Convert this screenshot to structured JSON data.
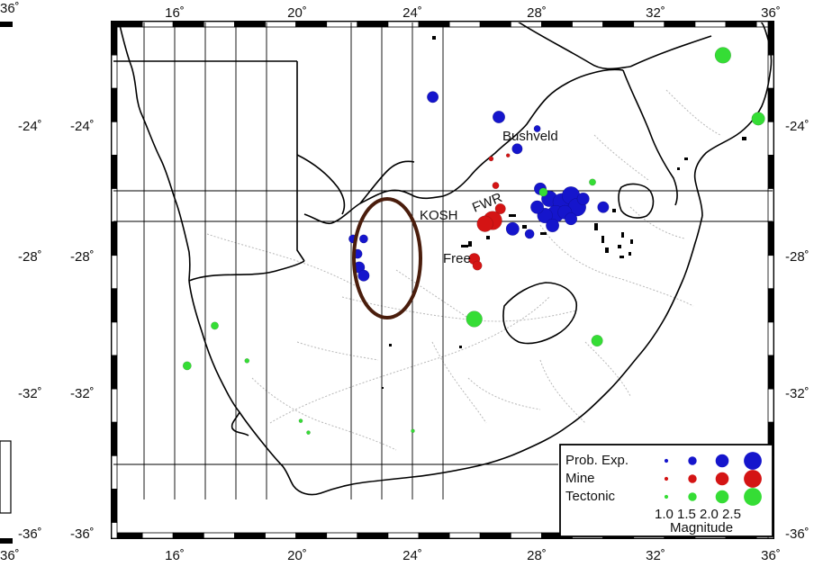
{
  "map": {
    "lon_ticks": [
      "16˚",
      "20˚",
      "24˚",
      "28˚",
      "32˚",
      "36˚"
    ],
    "lat_ticks": [
      "-24˚",
      "-28˚",
      "-32˚",
      "-36˚"
    ],
    "left_edge_labels": {
      "top": "36˚",
      "bottom": "36˚"
    },
    "place_labels": {
      "bushveld": "Bushveld",
      "fwr": "FWR",
      "kosh": "KOSH",
      "free": "Free"
    },
    "colors": {
      "prob_exp": "#1515cc",
      "mine": "#d41414",
      "tectonic": "#35dd35",
      "highlight": "#4a1d0c",
      "frame": "#000000",
      "grid": "#000000",
      "rivers": "#b8b8b8"
    }
  },
  "legend": {
    "rows": [
      {
        "label": "Prob. Exp.",
        "color_key": "prob_exp"
      },
      {
        "label": "Mine",
        "color_key": "mine"
      },
      {
        "label": "Tectonic",
        "color_key": "tectonic"
      }
    ],
    "magnitudes": [
      1.0,
      1.5,
      2.0,
      2.5
    ],
    "magnitude_labels": "1.0 1.5 2.0 2.5",
    "title": "Magnitude"
  },
  "events": [
    {
      "type": "prob_exp",
      "lon": 25.4,
      "lat": -23.05,
      "mag": 1.8
    },
    {
      "type": "prob_exp",
      "lon": 27.55,
      "lat": -23.65,
      "mag": 1.9
    },
    {
      "type": "prob_exp",
      "lon": 28.8,
      "lat": -24.0,
      "mag": 1.3
    },
    {
      "type": "prob_exp",
      "lon": 28.15,
      "lat": -24.6,
      "mag": 1.7
    },
    {
      "type": "prob_exp",
      "lon": 28.9,
      "lat": -25.8,
      "mag": 1.9
    },
    {
      "type": "prob_exp",
      "lon": 29.2,
      "lat": -26.1,
      "mag": 2.3
    },
    {
      "type": "prob_exp",
      "lon": 29.6,
      "lat": -26.2,
      "mag": 2.5
    },
    {
      "type": "prob_exp",
      "lon": 29.9,
      "lat": -26.0,
      "mag": 2.5
    },
    {
      "type": "prob_exp",
      "lon": 30.1,
      "lat": -26.35,
      "mag": 2.5
    },
    {
      "type": "prob_exp",
      "lon": 29.4,
      "lat": -26.55,
      "mag": 2.4
    },
    {
      "type": "prob_exp",
      "lon": 29.05,
      "lat": -26.6,
      "mag": 2.2
    },
    {
      "type": "prob_exp",
      "lon": 28.8,
      "lat": -26.35,
      "mag": 2.0
    },
    {
      "type": "prob_exp",
      "lon": 29.7,
      "lat": -26.5,
      "mag": 2.1
    },
    {
      "type": "prob_exp",
      "lon": 30.3,
      "lat": -26.1,
      "mag": 1.9
    },
    {
      "type": "prob_exp",
      "lon": 29.3,
      "lat": -26.9,
      "mag": 2.0
    },
    {
      "type": "prob_exp",
      "lon": 29.9,
      "lat": -26.7,
      "mag": 1.9
    },
    {
      "type": "prob_exp",
      "lon": 30.95,
      "lat": -26.35,
      "mag": 1.8
    },
    {
      "type": "prob_exp",
      "lon": 28.0,
      "lat": -27.0,
      "mag": 2.0
    },
    {
      "type": "prob_exp",
      "lon": 28.55,
      "lat": -27.15,
      "mag": 1.6
    },
    {
      "type": "prob_exp",
      "lon": 22.8,
      "lat": -27.3,
      "mag": 1.5
    },
    {
      "type": "prob_exp",
      "lon": 23.15,
      "lat": -27.3,
      "mag": 1.5
    },
    {
      "type": "prob_exp",
      "lon": 22.95,
      "lat": -27.75,
      "mag": 1.6
    },
    {
      "type": "prob_exp",
      "lon": 23.0,
      "lat": -28.15,
      "mag": 1.8
    },
    {
      "type": "prob_exp",
      "lon": 23.15,
      "lat": -28.4,
      "mag": 1.8
    },
    {
      "type": "mine",
      "lon": 27.3,
      "lat": -24.9,
      "mag": 1.1
    },
    {
      "type": "mine",
      "lon": 27.85,
      "lat": -24.8,
      "mag": 1.0
    },
    {
      "type": "mine",
      "lon": 27.45,
      "lat": -25.7,
      "mag": 1.3
    },
    {
      "type": "mine",
      "lon": 27.6,
      "lat": -26.4,
      "mag": 1.7
    },
    {
      "type": "mine",
      "lon": 27.35,
      "lat": -26.75,
      "mag": 2.6
    },
    {
      "type": "mine",
      "lon": 27.1,
      "lat": -26.85,
      "mag": 2.3
    },
    {
      "type": "mine",
      "lon": 26.75,
      "lat": -27.9,
      "mag": 1.8
    },
    {
      "type": "mine",
      "lon": 26.85,
      "lat": -28.1,
      "mag": 1.6
    },
    {
      "type": "tectonic",
      "lon": 34.85,
      "lat": -21.8,
      "mag": 2.3
    },
    {
      "type": "tectonic",
      "lon": 36.0,
      "lat": -23.7,
      "mag": 2.0
    },
    {
      "type": "tectonic",
      "lon": 30.6,
      "lat": -25.6,
      "mag": 1.3
    },
    {
      "type": "tectonic",
      "lon": 29.0,
      "lat": -25.9,
      "mag": 1.5
    },
    {
      "type": "tectonic",
      "lon": 26.75,
      "lat": -29.7,
      "mag": 2.3
    },
    {
      "type": "tectonic",
      "lon": 30.75,
      "lat": -30.35,
      "mag": 1.8
    },
    {
      "type": "tectonic",
      "lon": 18.3,
      "lat": -29.9,
      "mag": 1.4
    },
    {
      "type": "tectonic",
      "lon": 17.4,
      "lat": -31.1,
      "mag": 1.5
    },
    {
      "type": "tectonic",
      "lon": 19.35,
      "lat": -30.95,
      "mag": 1.1
    },
    {
      "type": "tectonic",
      "lon": 21.1,
      "lat": -32.75,
      "mag": 1.0
    },
    {
      "type": "tectonic",
      "lon": 21.35,
      "lat": -33.1,
      "mag": 1.0
    },
    {
      "type": "tectonic",
      "lon": 24.75,
      "lat": -33.05,
      "mag": 0.9
    }
  ]
}
